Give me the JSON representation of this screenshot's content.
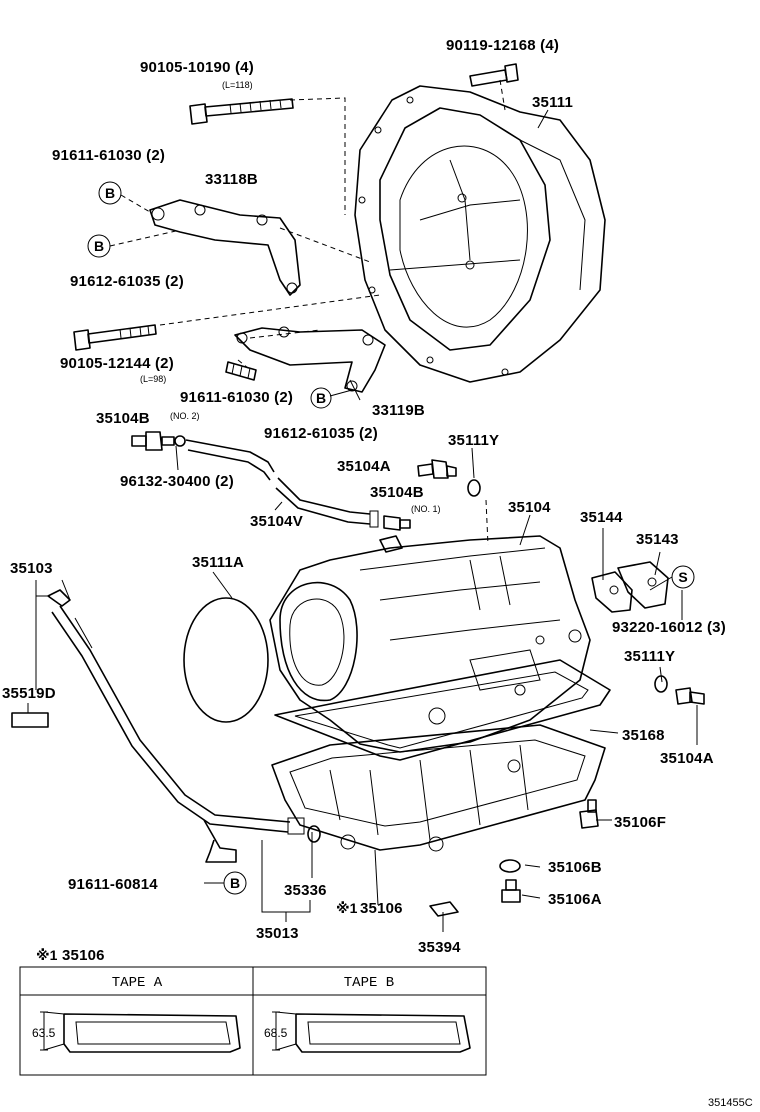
{
  "labels": {
    "p90119_12168": "90119-12168 (4)",
    "p90105_10190": "90105-10190 (4)",
    "note_l118": "(L=118)",
    "p35111": "35111",
    "p91611_61030_a": "91611-61030 (2)",
    "p33118B": "33118B",
    "p91612_61035_a": "91612-61035 (2)",
    "p90105_12144": "90105-12144 (2)",
    "note_l98": "(L=98)",
    "p91611_61030_b": "91611-61030 (2)",
    "p33119B": "33119B",
    "p91612_61035_b": "91612-61035 (2)",
    "p35104B_no2": "35104B",
    "note_no2": "(NO. 2)",
    "p35111Y_a": "35111Y",
    "p35104A_a": "35104A",
    "p96132_30400": "96132-30400 (2)",
    "p35104B_no1": "35104B",
    "note_no1": "(NO. 1)",
    "p35104V": "35104V",
    "p35104": "35104",
    "p35144": "35144",
    "p35143": "35143",
    "p93220_16012": "93220-16012 (3)",
    "p35103": "35103",
    "p35111A": "35111A",
    "p35519D": "35519D",
    "p35111Y_b": "35111Y",
    "p35104A_b": "35104A",
    "p35168": "35168",
    "p35106F": "35106F",
    "p91611_60814": "91611-60814",
    "p35336": "35336",
    "p35106B": "35106B",
    "p35106A": "35106A",
    "p35106_mark": "※1",
    "p35106": "35106",
    "p35013": "35013",
    "p35394": "35394",
    "table_mark": "※1",
    "table_part": "35106",
    "tape_a": "TAPE  A",
    "tape_b": "TAPE  B",
    "dim_a": "63.5",
    "dim_b": "68.5",
    "ref_code": "351455C"
  },
  "circle_marks": {
    "b1": "B",
    "b2": "B",
    "b3": "B",
    "b4": "B",
    "s1": "S"
  }
}
